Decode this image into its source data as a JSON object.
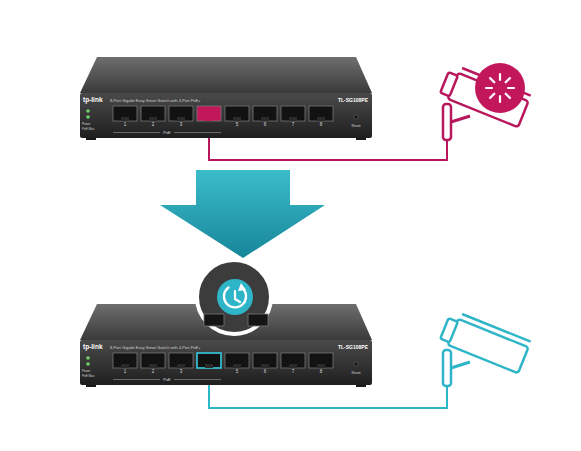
{
  "diagram": {
    "nodes": [
      {
        "text": [
          "tp-link",
          "8-Port Gigabit Easy Smart Switch with 4-Port PoE+",
          "TL-SG108PE",
          "Power",
          "PoE Max",
          "1",
          "2",
          "3",
          "5",
          "6",
          "7",
          "8",
          "PoE",
          "Reset"
        ]
      },
      {
        "text": [
          "tp-link",
          "8-Port Gigabit Easy Smart Switch with 4-Port PoE+",
          "TL-SG108PE",
          "Power",
          "PoE Max",
          "1",
          "2",
          "3",
          "5",
          "6",
          "7",
          "8",
          "PoE",
          "Reset"
        ]
      }
    ]
  }
}
